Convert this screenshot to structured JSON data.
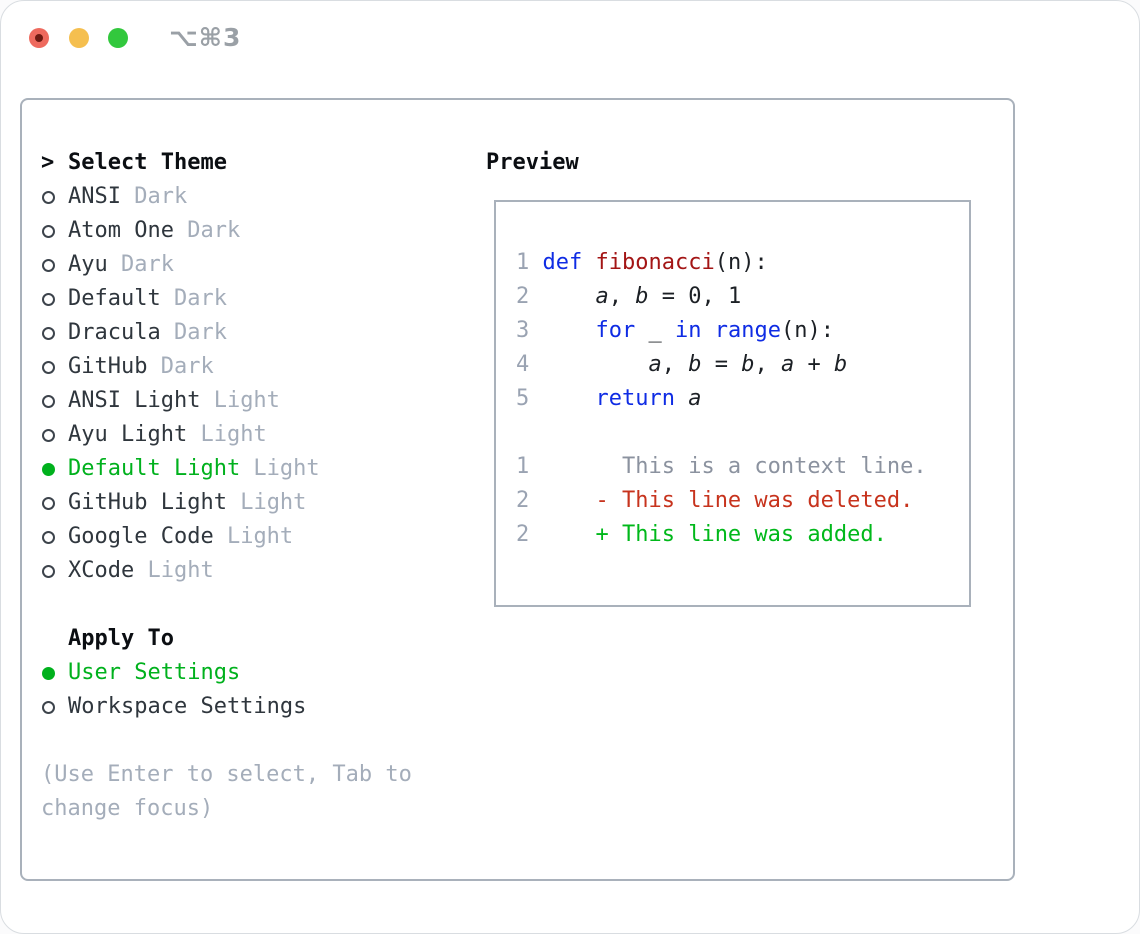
{
  "titlebar": {
    "shortcut_label": "⌥⌘3"
  },
  "colors": {
    "accent_selected_green": "#00b11d",
    "keyword_blue": "#0f2ce4",
    "function_red": "#a31515",
    "deleted_red": "#c7331d",
    "added_green": "#00b81a",
    "muted_gray": "#a4adba",
    "panel_border_gray": "#a9b1bb",
    "traffic_red": "#ee6a5e",
    "traffic_yellow": "#f5bf4f",
    "traffic_green": "#32c83d"
  },
  "theme_list": {
    "heading_prefix": ">",
    "heading": "Select Theme",
    "items": [
      {
        "name": "ANSI",
        "variant": "Dark",
        "selected": false
      },
      {
        "name": "Atom One",
        "variant": "Dark",
        "selected": false
      },
      {
        "name": "Ayu",
        "variant": "Dark",
        "selected": false
      },
      {
        "name": "Default",
        "variant": "Dark",
        "selected": false
      },
      {
        "name": "Dracula",
        "variant": "Dark",
        "selected": false
      },
      {
        "name": "GitHub",
        "variant": "Dark",
        "selected": false
      },
      {
        "name": "ANSI Light",
        "variant": "Light",
        "selected": false
      },
      {
        "name": "Ayu Light",
        "variant": "Light",
        "selected": false
      },
      {
        "name": "Default Light",
        "variant": "Light",
        "selected": true
      },
      {
        "name": "GitHub Light",
        "variant": "Light",
        "selected": false
      },
      {
        "name": "Google Code",
        "variant": "Light",
        "selected": false
      },
      {
        "name": "XCode",
        "variant": "Light",
        "selected": false
      }
    ]
  },
  "apply_to": {
    "heading": "Apply To",
    "options": [
      {
        "label": "User Settings",
        "selected": true
      },
      {
        "label": "Workspace Settings",
        "selected": false
      }
    ]
  },
  "hint": "(Use Enter to select, Tab to change focus)",
  "preview": {
    "heading": "Preview",
    "code_lines": [
      {
        "num": "1",
        "tokens": [
          {
            "t": "def",
            "c": "kw"
          },
          {
            "t": " ",
            "c": "p"
          },
          {
            "t": "fibonacci",
            "c": "fn"
          },
          {
            "t": "(n):",
            "c": "p"
          }
        ]
      },
      {
        "num": "2",
        "tokens": [
          {
            "t": "    ",
            "c": "p"
          },
          {
            "t": "a",
            "c": "v"
          },
          {
            "t": ", ",
            "c": "p"
          },
          {
            "t": "b",
            "c": "v"
          },
          {
            "t": " = 0, 1",
            "c": "p"
          }
        ]
      },
      {
        "num": "3",
        "tokens": [
          {
            "t": "    ",
            "c": "p"
          },
          {
            "t": "for",
            "c": "kw"
          },
          {
            "t": " _ ",
            "c": "p"
          },
          {
            "t": "in",
            "c": "kw"
          },
          {
            "t": " ",
            "c": "p"
          },
          {
            "t": "range",
            "c": "kw"
          },
          {
            "t": "(n):",
            "c": "p"
          }
        ]
      },
      {
        "num": "4",
        "tokens": [
          {
            "t": "        ",
            "c": "p"
          },
          {
            "t": "a",
            "c": "v"
          },
          {
            "t": ", ",
            "c": "p"
          },
          {
            "t": "b",
            "c": "v"
          },
          {
            "t": " = ",
            "c": "p"
          },
          {
            "t": "b",
            "c": "v"
          },
          {
            "t": ", ",
            "c": "p"
          },
          {
            "t": "a",
            "c": "v"
          },
          {
            "t": " + ",
            "c": "p"
          },
          {
            "t": "b",
            "c": "v"
          }
        ]
      },
      {
        "num": "5",
        "tokens": [
          {
            "t": "    ",
            "c": "p"
          },
          {
            "t": "return",
            "c": "kw"
          },
          {
            "t": " ",
            "c": "p"
          },
          {
            "t": "a",
            "c": "v"
          }
        ]
      },
      {
        "num": "",
        "tokens": []
      },
      {
        "num": "1",
        "tokens": [
          {
            "t": "      This is a context line.",
            "c": "ctx"
          }
        ]
      },
      {
        "num": "2",
        "tokens": [
          {
            "t": "    ",
            "c": "p"
          },
          {
            "t": "- This line was deleted.",
            "c": "del"
          }
        ]
      },
      {
        "num": "2",
        "tokens": [
          {
            "t": "    ",
            "c": "p"
          },
          {
            "t": "+ This line was added.",
            "c": "add"
          }
        ]
      }
    ]
  }
}
